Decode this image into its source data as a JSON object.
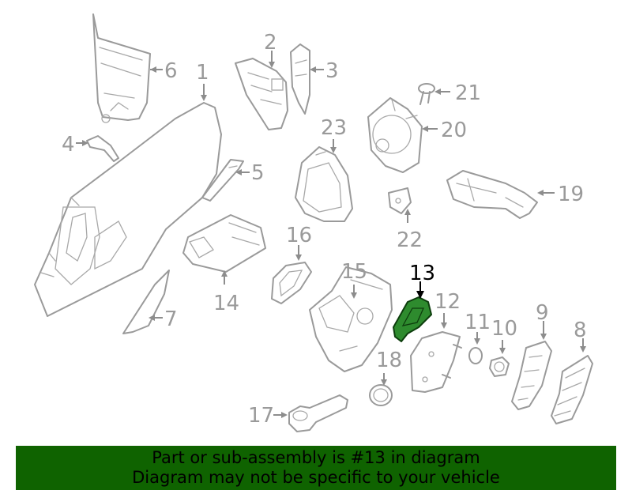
{
  "callouts": {
    "c1": "1",
    "c2": "2",
    "c3": "3",
    "c4": "4",
    "c5": "5",
    "c6": "6",
    "c7": "7",
    "c8": "8",
    "c9": "9",
    "c10": "10",
    "c11": "11",
    "c12": "12",
    "c13": "13",
    "c14": "14",
    "c15": "15",
    "c16": "16",
    "c17": "17",
    "c18": "18",
    "c19": "19",
    "c20": "20",
    "c21": "21",
    "c22": "22",
    "c23": "23"
  },
  "highlight": {
    "part": "13",
    "color": "#2e8b2e"
  },
  "banner": {
    "line1": "Part or sub-assembly is #13 in diagram",
    "line2": "Diagram may not be specific to your vehicle",
    "background": "#0f6300"
  }
}
